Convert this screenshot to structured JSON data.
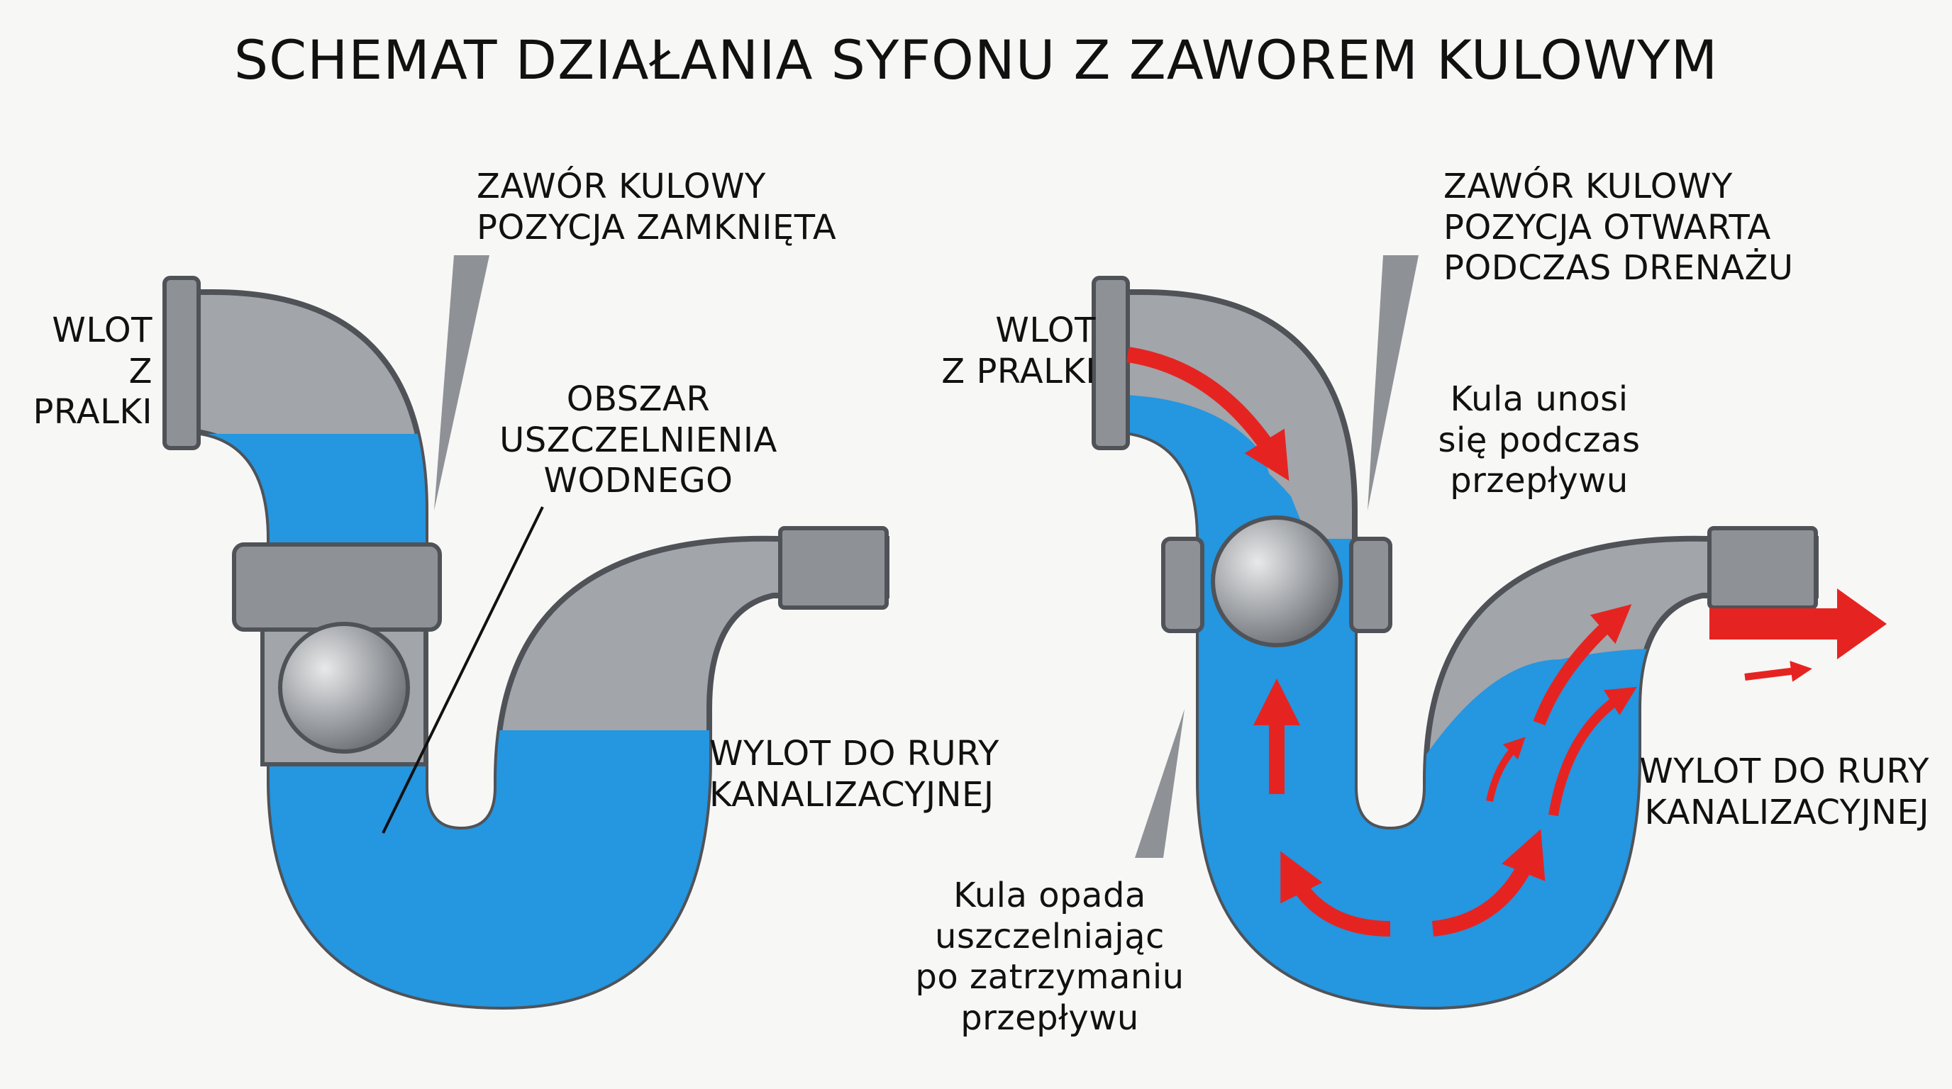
{
  "title": "SCHEMAT DZIAŁANIA SYFONU Z ZAWOREM KULOWYM",
  "colors": {
    "water": "#2596e0",
    "pipe": "#9fa2a7",
    "pipe_dark": "#55595e",
    "arrow": "#e52421",
    "background": "#f7f7f5"
  },
  "left": {
    "inlet_label": "WLOT\nZ PRALKI",
    "valve_label": "ZAWÓR KULOWY\nPOZYCJA ZAMKNIĘTA",
    "seal_label": "OBSZAR\nUSZCZELNIENIA\nWODNEGO",
    "outlet_label": "WYLOT DO RURY\nKANALIZACYJNEJ"
  },
  "right": {
    "inlet_label": "WLOT\nZ PRALKI",
    "valve_label": "ZAWÓR KULOWY\nPOZYCJA OTWARTA\nPODCZAS DRENAŻU",
    "ball_rises_label": "Kula unosi\nsię podczas\nprzepływu",
    "outlet_label": "WYLOT DO RURY\nKANALIZACYJNEJ",
    "ball_drops_label": "Kula opada\nuszczelniając\npo zatrzymaniu\nprzepływu"
  }
}
